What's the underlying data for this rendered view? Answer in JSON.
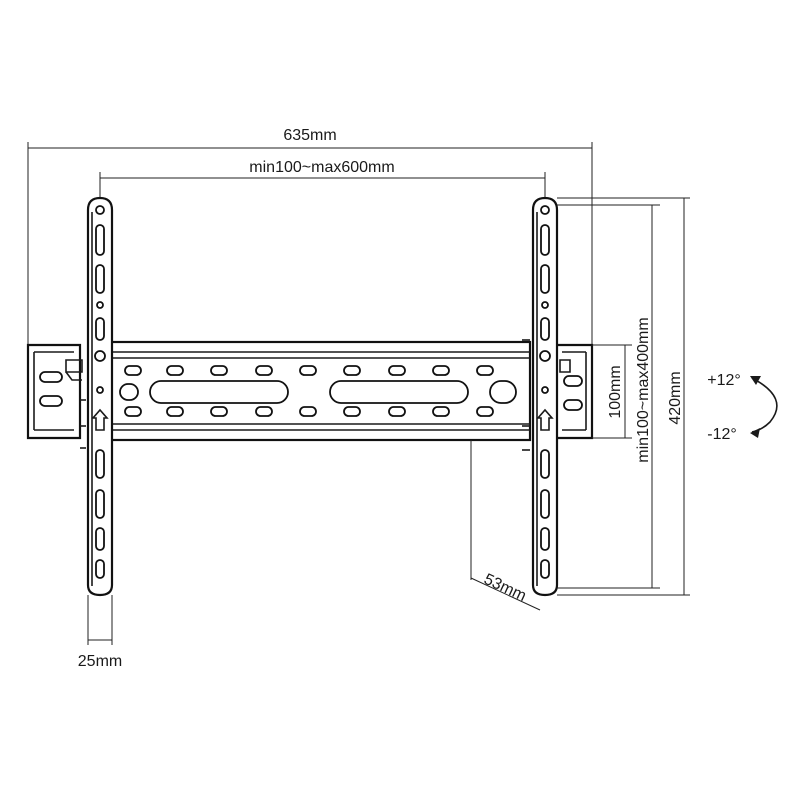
{
  "dimensions": {
    "overall_width": "635mm",
    "vesa_horizontal": "min100~max600mm",
    "vesa_vertical": "min100~max400mm",
    "overall_height": "420mm",
    "wall_plate_height": "100mm",
    "wall_distance": "53mm",
    "bracket_width": "25mm"
  },
  "tilt": {
    "up": "+12°",
    "down": "-12°"
  }
}
